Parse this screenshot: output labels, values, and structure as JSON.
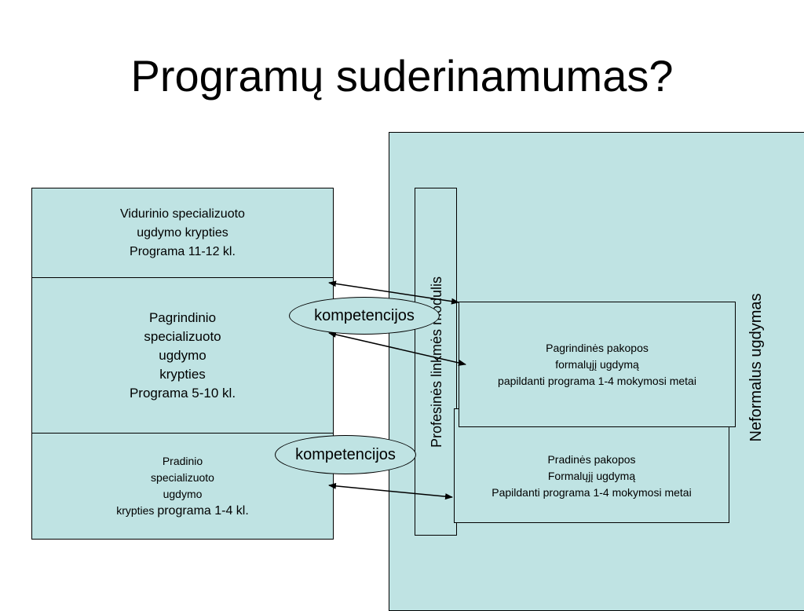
{
  "title": "Programų suderinamumas?",
  "left": {
    "vidurinio": "Vidurinio specializuoto\nugdymo krypties\nPrograma 11-12 kl.",
    "pagrindinio": "Pagrindinio\nspecializuoto\nugdymo\nkrypties\nPrograma 5-10 kl.",
    "pradinio_small": "Pradinio\nspecializuoto\nugdymo\nkrypties ",
    "pradinio_big": "programa 1-4 kl."
  },
  "right": {
    "neformalus": "Neformalus ugdymas",
    "modulis": "Profesinės linkmės modulis",
    "pagrindines": "Pagrindinės pakopos\nformalųjį ugdymą\npapildanti programa 1-4 mokymosi metai",
    "pradines": "Pradinės pakopos\nFormalųjį ugdymą\nPapildanti programa 1-4 mokymosi metai"
  },
  "ovals": {
    "first": "kompetencijos",
    "second": "kompetencijos"
  }
}
